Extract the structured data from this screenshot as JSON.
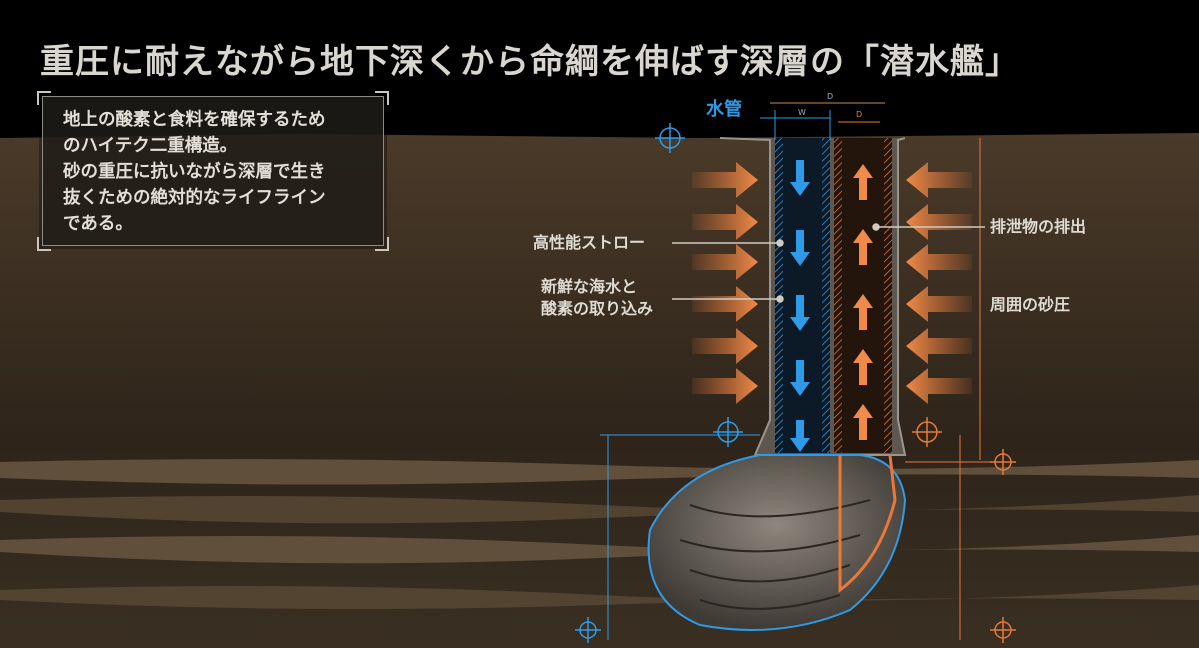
{
  "title": "重圧に耐えながら地下深くから命綱を伸ばす深層の「潜水艦」",
  "description_box": {
    "lines": [
      "地上の酸素と食料を確保するため",
      "のハイテク二重構造。",
      "砂の重圧に抗いながら深層で生き",
      "抜くための絶対的なライフライン",
      "である。"
    ]
  },
  "labels": {
    "siphon": "水管",
    "straw": "高性能ストロー",
    "intake_1": "新鮮な海水と",
    "intake_2": "酸素の取り込み",
    "excretion": "排泄物の排出",
    "sand_pressure": "周囲の砂圧"
  },
  "dimensions": {
    "total": "D",
    "inlet_width": "W",
    "outlet_width": "D"
  },
  "colors": {
    "intake": "#2f9be8",
    "outlet": "#e8793a",
    "sand": "#3b2d20",
    "sky": "#000000"
  }
}
